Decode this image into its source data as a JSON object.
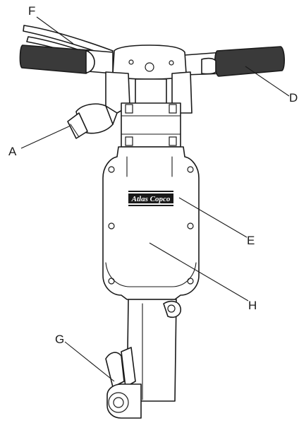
{
  "labels": {
    "a": "A",
    "d": "D",
    "e": "E",
    "f": "F",
    "g": "G",
    "h": "H"
  },
  "logo": "Atlas Copco"
}
